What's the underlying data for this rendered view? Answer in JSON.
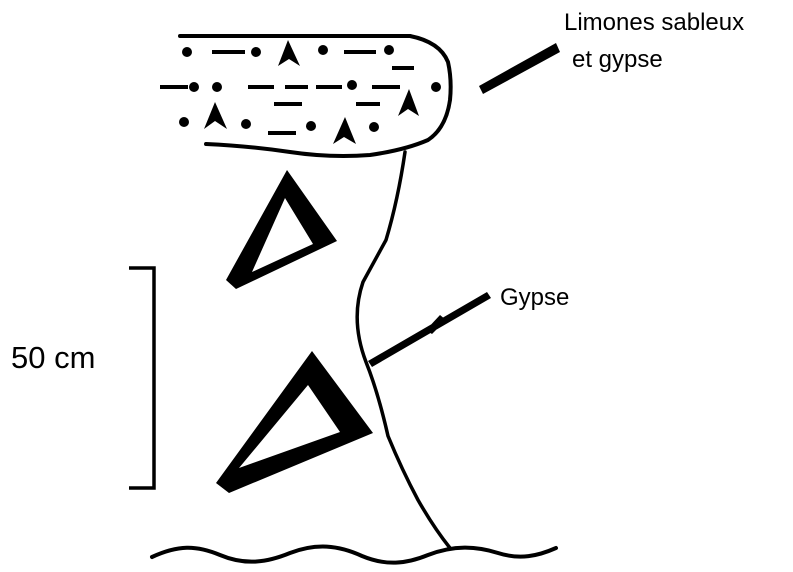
{
  "labels": {
    "silt_line1": "Limones sableux",
    "silt_line2": "et gypse",
    "gypsum": "Gypse",
    "scale": "50 cm"
  },
  "colors": {
    "ink": "#000000",
    "background": "#ffffff"
  }
}
